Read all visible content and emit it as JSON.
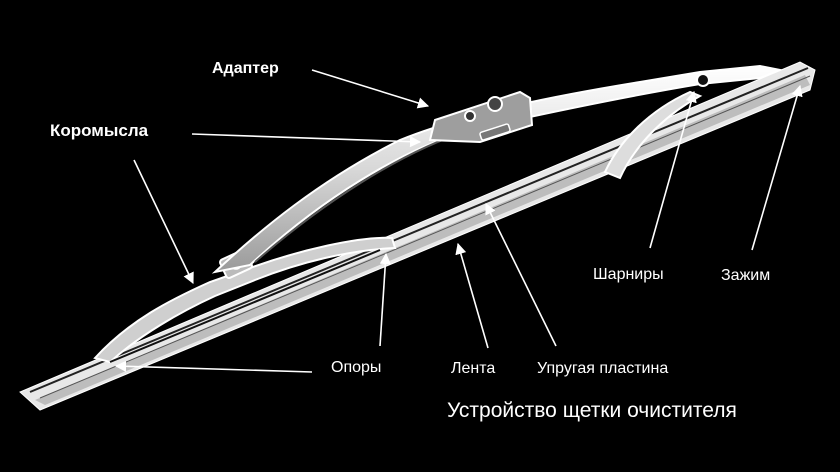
{
  "diagram": {
    "title": "Устройство щетки очистителя",
    "subject": "wiper-blade",
    "background": "#000000",
    "foreground": "#ffffff",
    "labels": {
      "adapter": "Адаптер",
      "rocker_arms": "Коромысла",
      "hinges": "Шарниры",
      "clamp": "Зажим",
      "supports": "Опоры",
      "strip": "Лента",
      "spring_plate": "Упругая пластина"
    }
  }
}
